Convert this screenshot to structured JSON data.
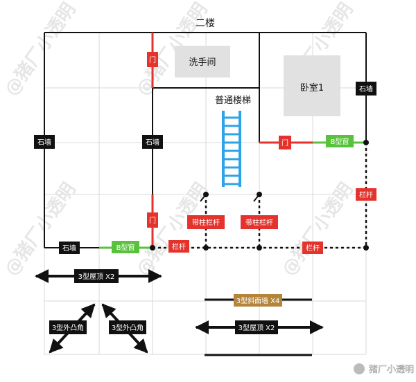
{
  "title": "二楼",
  "rooms": {
    "bathroom": "洗手间",
    "bedroom": "卧室1",
    "stairs": "普通楼梯"
  },
  "walls": {
    "stone_left": "石墙",
    "stone_mid": "石墙",
    "stone_right": "石墙",
    "stone_bottom": "石墙"
  },
  "doors": {
    "top": "门",
    "right": "门",
    "bottom": "门"
  },
  "windows": {
    "right": "B型窗",
    "bottom": "B型窗"
  },
  "railings": {
    "left": "栏杆",
    "bottom": "栏杆",
    "right": "栏杆",
    "pillar1": "带柱栏杆",
    "pillar2": "带柱栏杆"
  },
  "roofs": {
    "left": "3型屋顶 X2",
    "right": "3型屋顶 X2",
    "slope": "3型斜面墙 X4",
    "corner1": "3型外凸角",
    "corner2": "3型外凸角"
  },
  "watermark": "@猪厂小透明",
  "weibo": "猪厂小透明",
  "colors": {
    "stone": "#111111",
    "door": "#e3332c",
    "window": "#58c23c",
    "stairs": "#2ea3e8",
    "slope": "#b5843b",
    "room": "#e1e1e1",
    "grid": "#d9d9d9"
  }
}
